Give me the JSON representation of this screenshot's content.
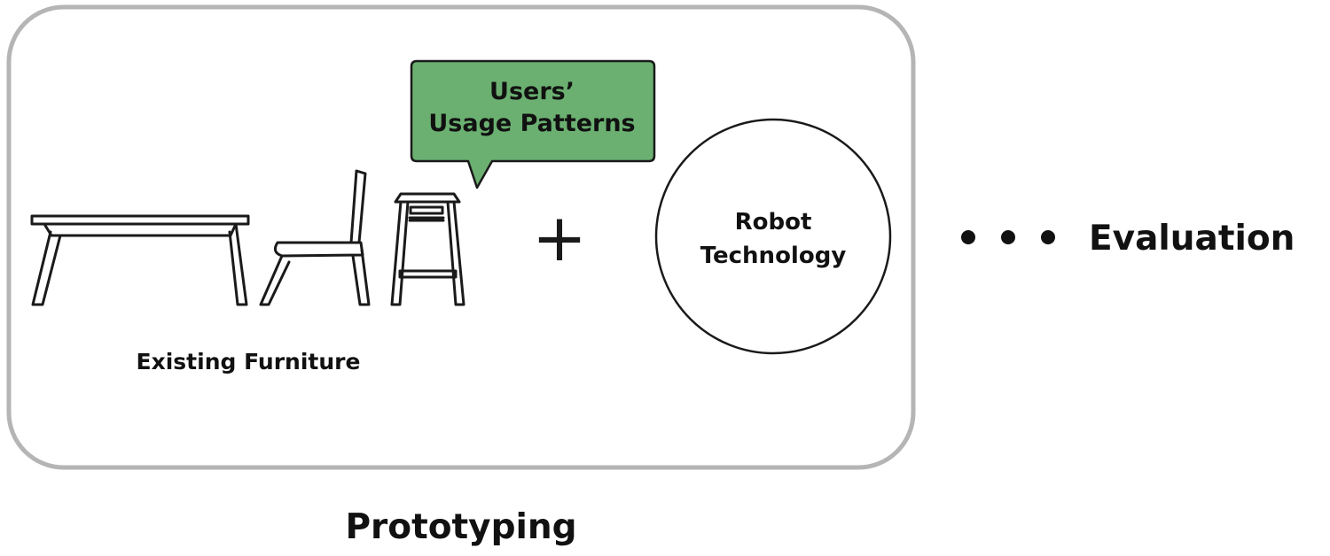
{
  "colors": {
    "frame": "#b5b5b5",
    "bubble": "#6bb071",
    "stroke": "#1a1a1a",
    "text": "#111111"
  },
  "bubble": {
    "line1": "Users’",
    "line2": "Usage Patterns"
  },
  "plus_sign": "+",
  "robot": {
    "line1": "Robot",
    "line2": "Technology"
  },
  "furniture_label": "Existing Furniture",
  "furniture_icons": [
    "table-icon",
    "chair-icon",
    "stool-icon"
  ],
  "ellipsis_icon": "three-dots-icon",
  "evaluation_label": "Evaluation",
  "prototyping_label": "Prototyping"
}
